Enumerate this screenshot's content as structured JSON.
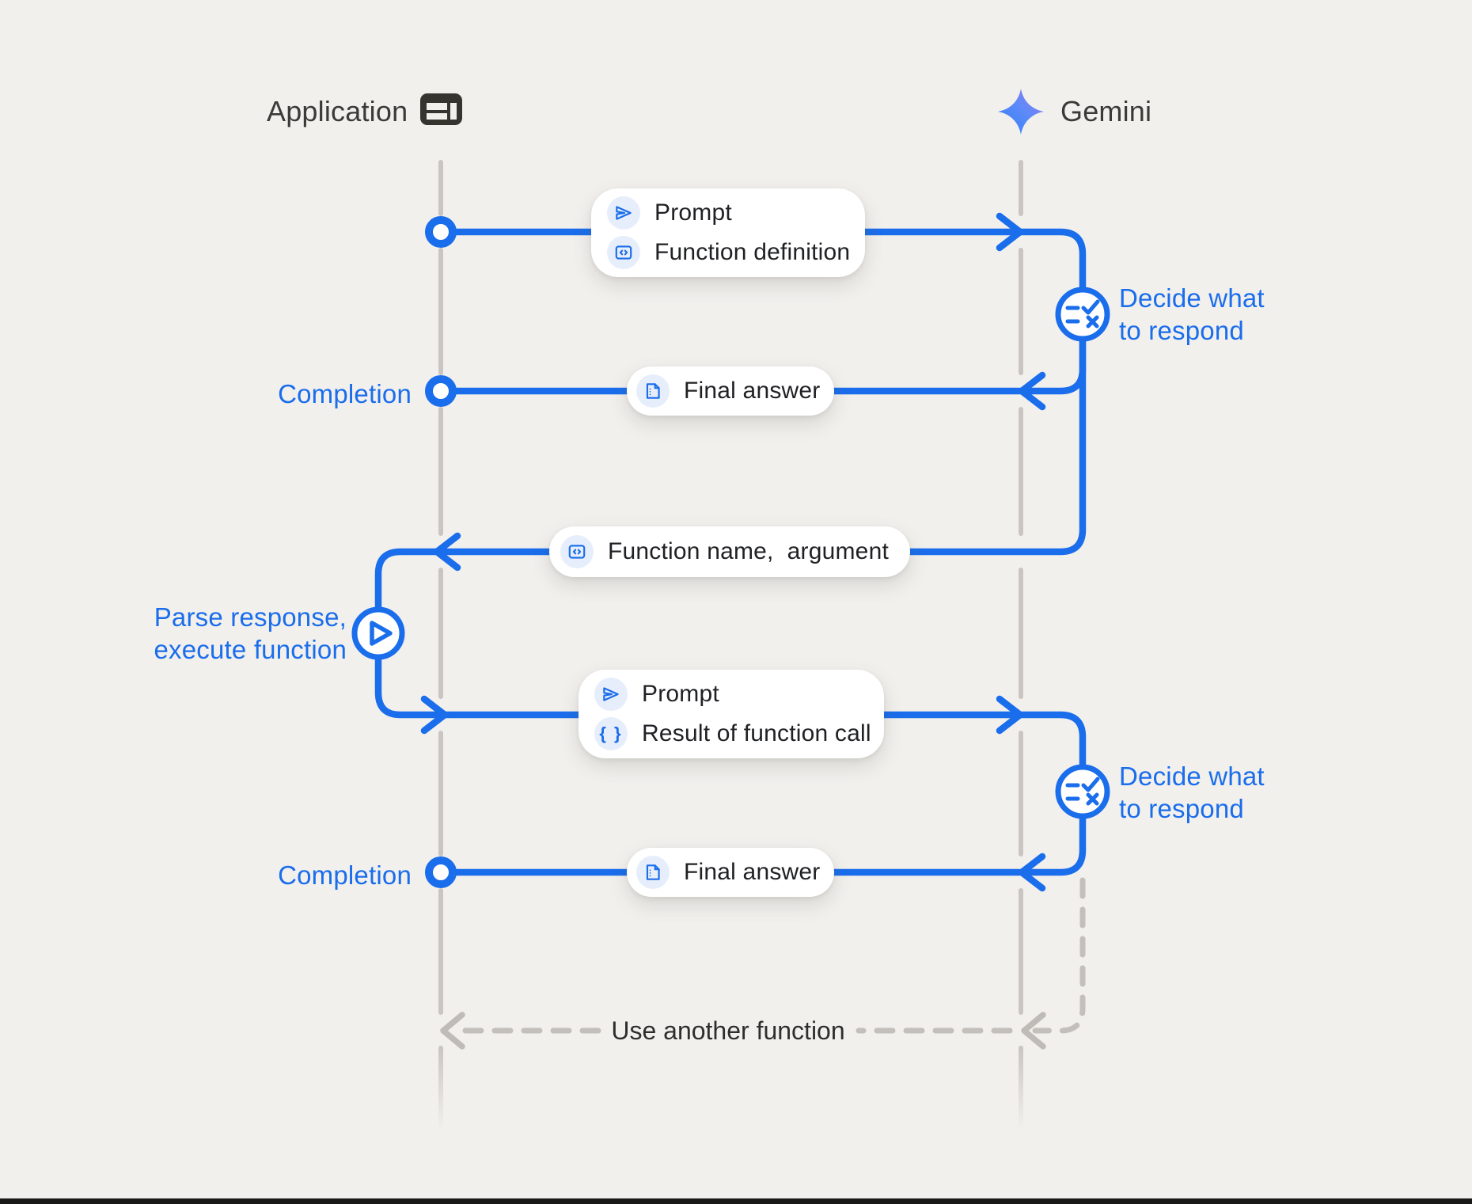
{
  "colors": {
    "background": "#f2f0ed",
    "accent_blue": "#1a6deb",
    "icon_chip_bg": "#e7eefb",
    "pill_bg": "#ffffff",
    "pill_text": "#202124",
    "header_text": "#3a3a38",
    "lifeline_gray": "#c9c6c2",
    "dashed_gray": "#c3c0bc"
  },
  "header": {
    "application": {
      "label": "Application",
      "icon": "app-window-icon"
    },
    "gemini": {
      "label": "Gemini",
      "icon": "gemini-sparkle-icon"
    }
  },
  "pills": {
    "prompt_function_definition": {
      "rows": [
        {
          "icon": "send-icon",
          "label": "Prompt"
        },
        {
          "icon": "code-box-icon",
          "label": "Function definition"
        }
      ]
    },
    "final_answer_first": {
      "icon": "document-icon",
      "label": "Final answer"
    },
    "function_name_argument": {
      "icon": "code-box-icon",
      "label": "Function name,  argument"
    },
    "prompt_function_result": {
      "rows": [
        {
          "icon": "send-icon",
          "label": "Prompt"
        },
        {
          "icon": "braces-icon",
          "label": "Result of function call",
          "glyph": "{ }"
        }
      ]
    },
    "final_answer_second": {
      "icon": "document-icon",
      "label": "Final answer"
    }
  },
  "annotations": {
    "completion_first": "Completion",
    "completion_second": "Completion",
    "decide_first": {
      "line1": "Decide what",
      "line2": "to respond"
    },
    "decide_second": {
      "line1": "Decide what",
      "line2": "to respond"
    },
    "parse_execute": {
      "line1": "Parse response,",
      "line2": "execute function"
    },
    "use_another_function": "Use another function"
  }
}
